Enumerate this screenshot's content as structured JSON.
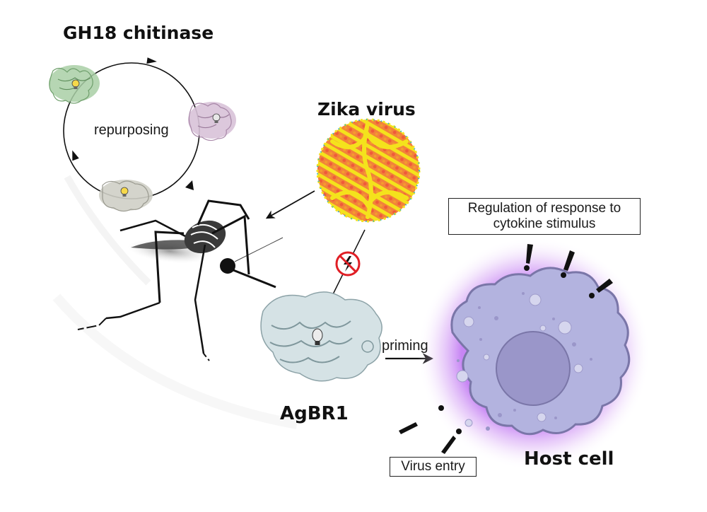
{
  "figure": {
    "gh18_title": "GH18 chitinase",
    "cycle_label": "repurposing",
    "zika_title": "Zika virus",
    "agbr1_title": "AgBR1",
    "priming_label": "priming",
    "host_cell_title": "Host cell",
    "regulation_box": {
      "line1": "Regulation of response to",
      "line2": "cytokine stimulus"
    },
    "virus_entry_box": "Virus entry"
  },
  "icons": {
    "protein_green": "protein-structure-icon",
    "protein_pink": "protein-structure-icon",
    "protein_grey": "protein-structure-icon",
    "lightbulb": "lightbulb-icon",
    "prohibited": "no-lightning-icon",
    "mosquito": "mosquito-icon",
    "virion": "virus-particle-icon",
    "cell": "cell-icon"
  },
  "colors": {
    "protein_green": "#9cc59a",
    "protein_pink": "#cdb2cd",
    "protein_grey": "#c5c5bb",
    "protein_agbr1": "#b9cdd3",
    "virus_orange": "#f27a3c",
    "virus_yellow": "#f4e21c",
    "virus_cyan": "#2fb3c6",
    "cell_body": "#b3b3df",
    "cell_nucleus": "#9a96c9",
    "cell_outline": "#7a76a8",
    "cell_glow": "#c87ff0",
    "prohibit_red": "#e01e25"
  }
}
